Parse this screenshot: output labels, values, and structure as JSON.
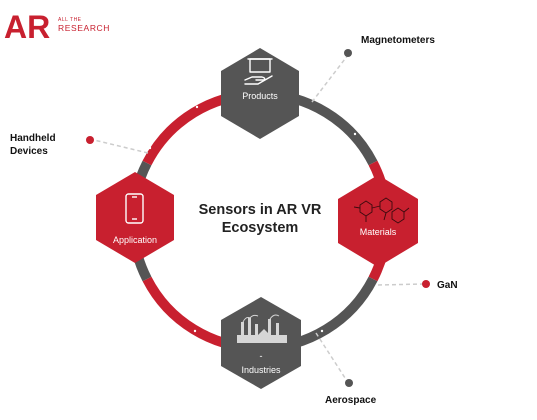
{
  "logo": {
    "mark": "AR",
    "tagline_small": "ALL THE",
    "tagline_big": "RESEARCH",
    "color": "#c8202f"
  },
  "center_title": {
    "line1": "Sensors in AR VR",
    "line2": "Ecosystem"
  },
  "nodes": [
    {
      "id": "products",
      "label": "Products",
      "color": "#555555",
      "icon": "hand-with-box-icon"
    },
    {
      "id": "materials",
      "label": "Materials",
      "color": "#c8202f",
      "icon": "molecule-structure-icon"
    },
    {
      "id": "industries",
      "label": "Industries",
      "color": "#555555",
      "icon": "factory-icon"
    },
    {
      "id": "application",
      "label": "Application",
      "color": "#c8202f",
      "icon": "smartphone-icon"
    }
  ],
  "callouts": [
    {
      "id": "magnetometers",
      "label": "Magnetometers",
      "color": "#555555"
    },
    {
      "id": "handheld-devices",
      "line1": "Handheld",
      "line2": "Devices",
      "color": "#c8202f"
    },
    {
      "id": "gan",
      "label": "GaN",
      "color": "#c8202f"
    },
    {
      "id": "aerospace",
      "label": "Aerospace",
      "color": "#555555"
    }
  ],
  "colors": {
    "ring_red": "#c8202f",
    "ring_dark": "#555555",
    "leader_line": "#cccccc"
  },
  "industries_dash": "-"
}
